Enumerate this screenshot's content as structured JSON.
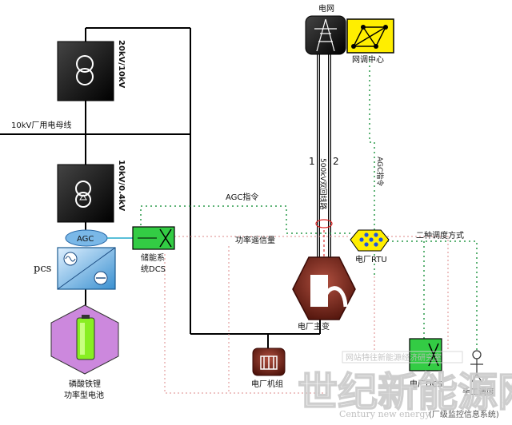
{
  "labels": {
    "grid": "电网",
    "dispatch_center": "网调中心",
    "transformer_20kv": "20kV/10kV",
    "bus_10kv": "10kV厂用电母线",
    "transformer_10kv": "10kV/0.4kV",
    "agc": "AGC",
    "pcs": "pcs",
    "storage_dcs_line1": "储能系",
    "storage_dcs_line2": "统DCS",
    "battery_line1": "磷酸铁锂",
    "battery_line2": "功率型电池",
    "agc_command": "AGC指令",
    "agc_command_vertical": "AGC指令",
    "power_remote_signal": "功率遥信量",
    "line_500kv": "500kV双回线路",
    "line_no_1": "1",
    "line_no_2": "2",
    "plant_rtu": "电厂RTU",
    "dispatch_modes": "二种调度方式",
    "main_transformer": "电厂主变",
    "generator_unit": "电厂机组",
    "plant_dcs": "电厂DCS",
    "manual_dispatch": "手工调度"
  },
  "watermark": {
    "box_text": "网站特往新能源经济研究室",
    "main": "世纪新能源网",
    "sub_en": "Century new energy",
    "sub_cn": "(厂级监控信息系统)"
  },
  "colors": {
    "storage_green": "#33cc44",
    "rtu_yellow": "#ffee00",
    "rtu_dots": "#2255dd",
    "battery_purple": "#cc88dd",
    "battery_green": "#88ee22",
    "agc_blue": "#7ab8e8",
    "pcs_blue": "#3a90d0",
    "dark_red": "#7a2a20",
    "dashed_green": "#2a9a4a",
    "dashed_pink": "#dd8888",
    "dashed_red": "#dd3333"
  }
}
